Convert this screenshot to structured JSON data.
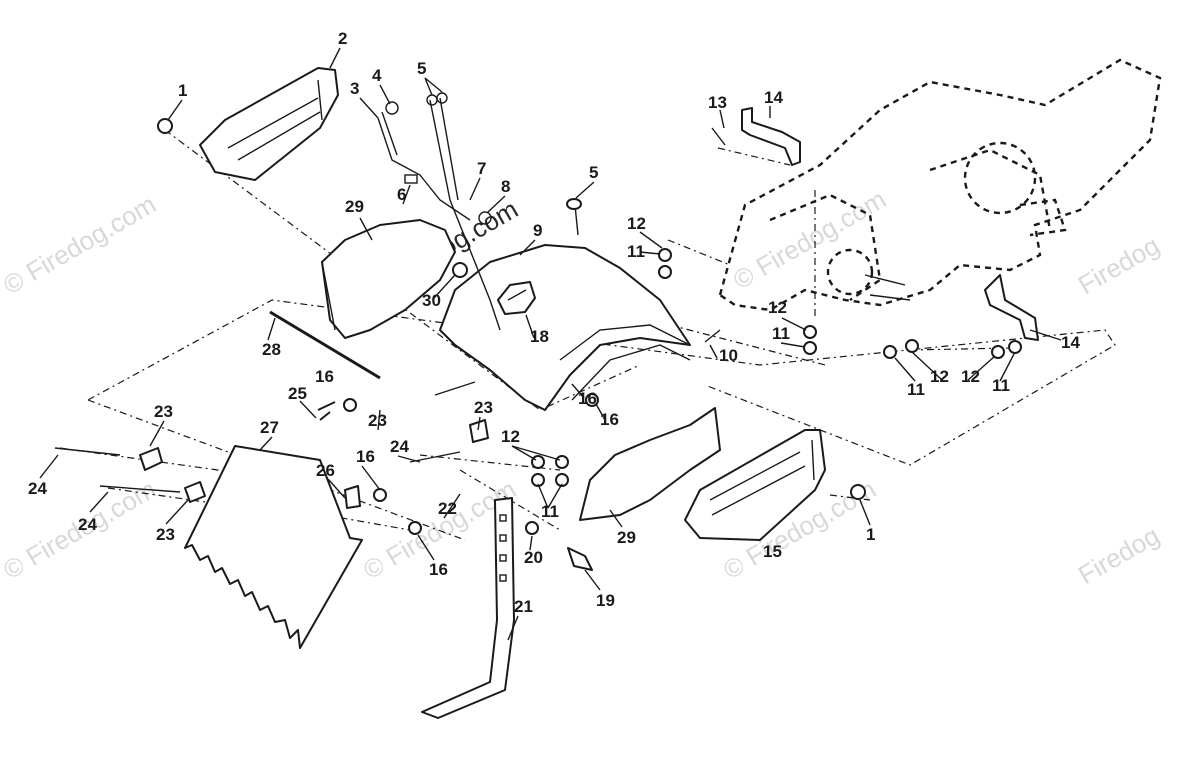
{
  "diagram": {
    "callouts": [
      "1",
      "2",
      "3",
      "4",
      "5",
      "5",
      "6",
      "7",
      "8",
      "9",
      "10",
      "11",
      "11",
      "11",
      "11",
      "11",
      "12",
      "12",
      "12",
      "12",
      "12",
      "13",
      "14",
      "14",
      "15",
      "16",
      "16",
      "16",
      "16",
      "16",
      "18",
      "19",
      "20",
      "21",
      "22",
      "23",
      "23",
      "23",
      "23",
      "24",
      "24",
      "24",
      "25",
      "26",
      "27",
      "28",
      "29",
      "29",
      "30",
      "1"
    ],
    "watermark": "© Firedog.com",
    "watermark_partial": "Firedog"
  },
  "colors": {
    "ink": "#1a1a1a",
    "background": "#ffffff",
    "watermark": "#c8c8c8"
  }
}
